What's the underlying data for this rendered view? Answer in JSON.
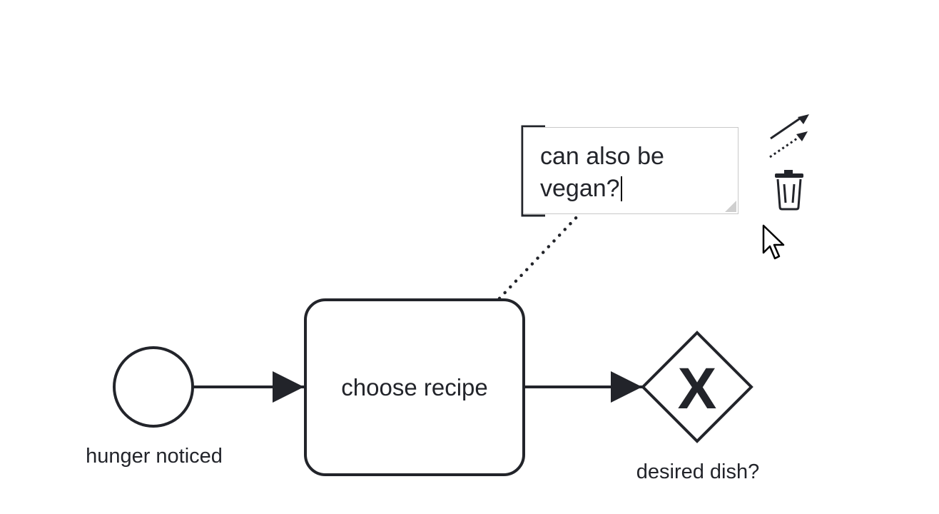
{
  "diagram": {
    "start_event": {
      "label": "hunger noticed"
    },
    "task": {
      "label": "choose recipe"
    },
    "gateway": {
      "label": "desired dish?",
      "marker": "X"
    },
    "annotation": {
      "text": "can also be\nvegan?"
    }
  },
  "context_pad": {
    "connect_icon": "connect-arrows-icon",
    "delete_icon": "trash-icon"
  },
  "colors": {
    "stroke": "#22242a",
    "editor_border": "#c9c9c9",
    "background": "#ffffff"
  }
}
